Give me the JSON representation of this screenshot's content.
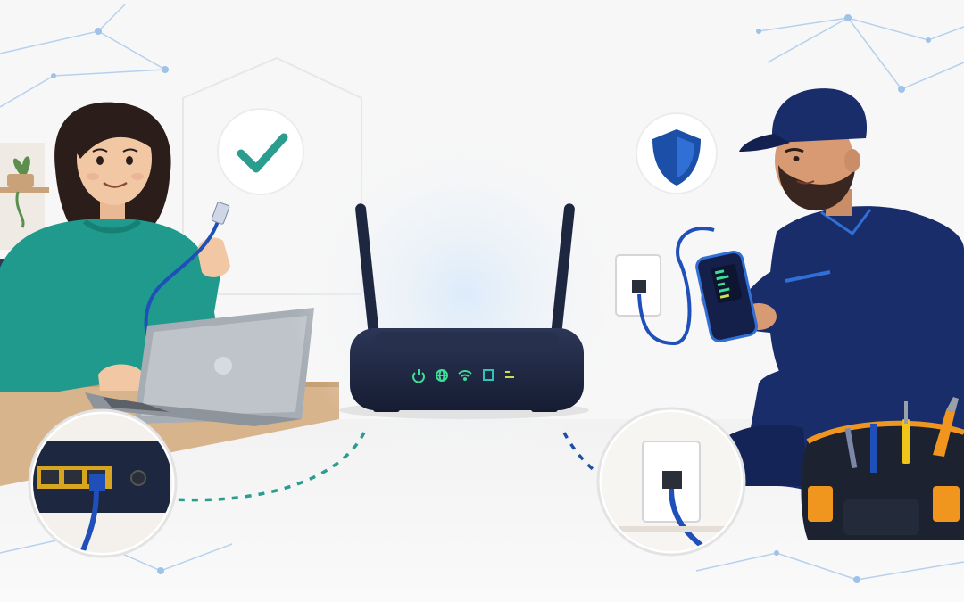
{
  "colors": {
    "background": "#f7f7f7",
    "router": "#1e2740",
    "router_light": "#2c3656",
    "led_green": "#3ddc97",
    "led_teal": "#2ec4b6",
    "cable_blue": "#1f4fb8",
    "check_green": "#2a9d8f",
    "shield_blue": "#1b4fa8",
    "sweater_teal": "#1f9a8c",
    "uniform_navy": "#1a2d6b",
    "laptop_gray": "#9aa0a8",
    "desk_wood": "#d8b48c",
    "port_yellow": "#d8a520",
    "tool_orange": "#f0961e",
    "network_line": "#9ec2e8"
  },
  "icons": {
    "status_check": "checkmark-icon",
    "security": "shield-icon",
    "router_leds": [
      "power-icon",
      "globe-icon",
      "wifi-icon",
      "ethernet-icon",
      "lan-icon"
    ]
  },
  "scene": {
    "left_figure": "woman-with-laptop",
    "center_device": "wifi-router",
    "right_figure": "technician-with-cable-tester",
    "left_inset": "router-ethernet-ports",
    "right_inset": "wall-ethernet-jack"
  }
}
